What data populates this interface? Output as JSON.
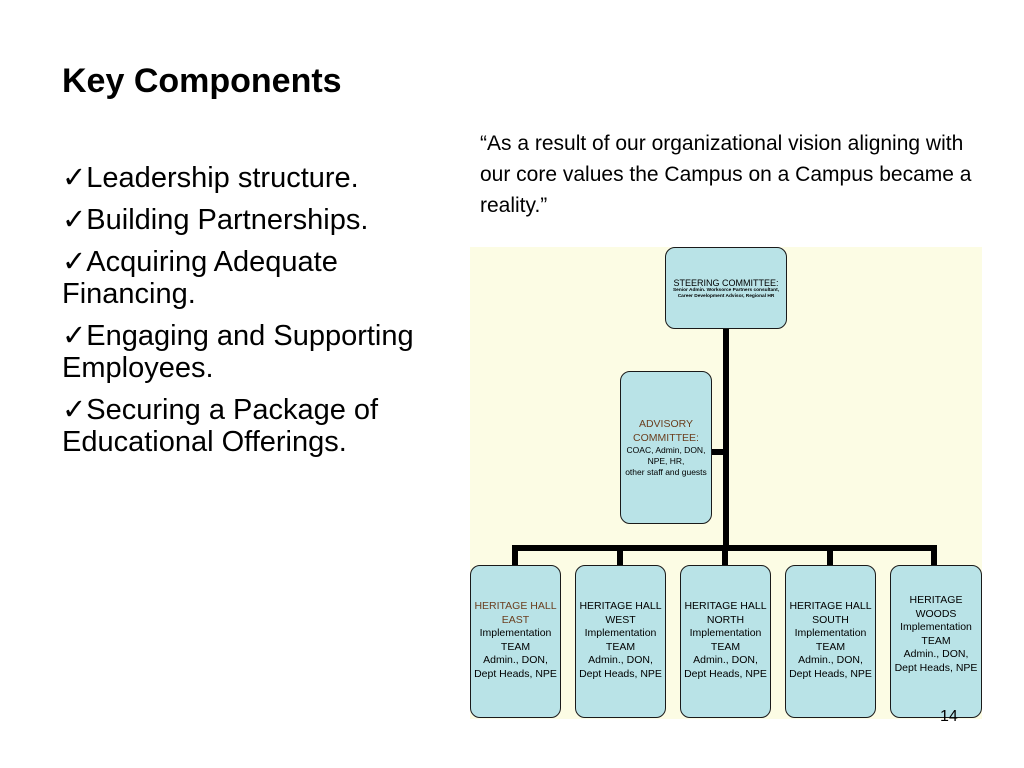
{
  "slide": {
    "title": "Key Components",
    "bullets": [
      "✓Leadership structure.",
      "✓Building Partnerships.",
      "✓Acquiring Adequate Financing.",
      "✓Engaging and Supporting Employees.",
      "✓Securing a Package of Educational Offerings."
    ],
    "quote": "“As a result of our organizational  vision aligning  with our core values the Campus on a Campus  became a reality.”",
    "page_number": "14"
  },
  "org_chart": {
    "colors": {
      "background": "#fcfce4",
      "node_fill": "#b9e3e7",
      "connector": "#000000",
      "accent_text": "#6b3e1e"
    },
    "steering": {
      "name": "STEERING COMMITTEE:",
      "detail_1": "Senior Admin. Worksorce Partners consultant,",
      "detail_2": "Career Development Advisor, Regional HR"
    },
    "advisory": {
      "name_1": "ADVISORY",
      "name_2": "COMMITTEE:",
      "detail_1": "COAC, Admin, DON,",
      "detail_2": "NPE, HR,",
      "detail_3": "other staff and guests"
    },
    "teams": [
      {
        "name_1": "HERITAGE HALL",
        "name_2": "EAST",
        "l1": "Implementation",
        "l2": "TEAM",
        "l3": "Admin., DON,",
        "l4": "Dept Heads, NPE"
      },
      {
        "name_1": "HERITAGE HALL",
        "name_2": "WEST",
        "l1": "Implementation",
        "l2": "TEAM",
        "l3": "Admin., DON,",
        "l4": "Dept Heads, NPE"
      },
      {
        "name_1": "HERITAGE HALL",
        "name_2": "NORTH",
        "l1": "Implementation",
        "l2": "TEAM",
        "l3": "Admin., DON,",
        "l4": "Dept Heads, NPE"
      },
      {
        "name_1": "HERITAGE HALL",
        "name_2": "SOUTH",
        "l1": "Implementation",
        "l2": "TEAM",
        "l3": "Admin., DON,",
        "l4": "Dept Heads, NPE"
      },
      {
        "name_1": "HERITAGE",
        "name_2": "WOODS",
        "l1": "Implementation",
        "l2": "TEAM",
        "l3": "Admin., DON,",
        "l4": "Dept Heads, NPE"
      }
    ]
  }
}
